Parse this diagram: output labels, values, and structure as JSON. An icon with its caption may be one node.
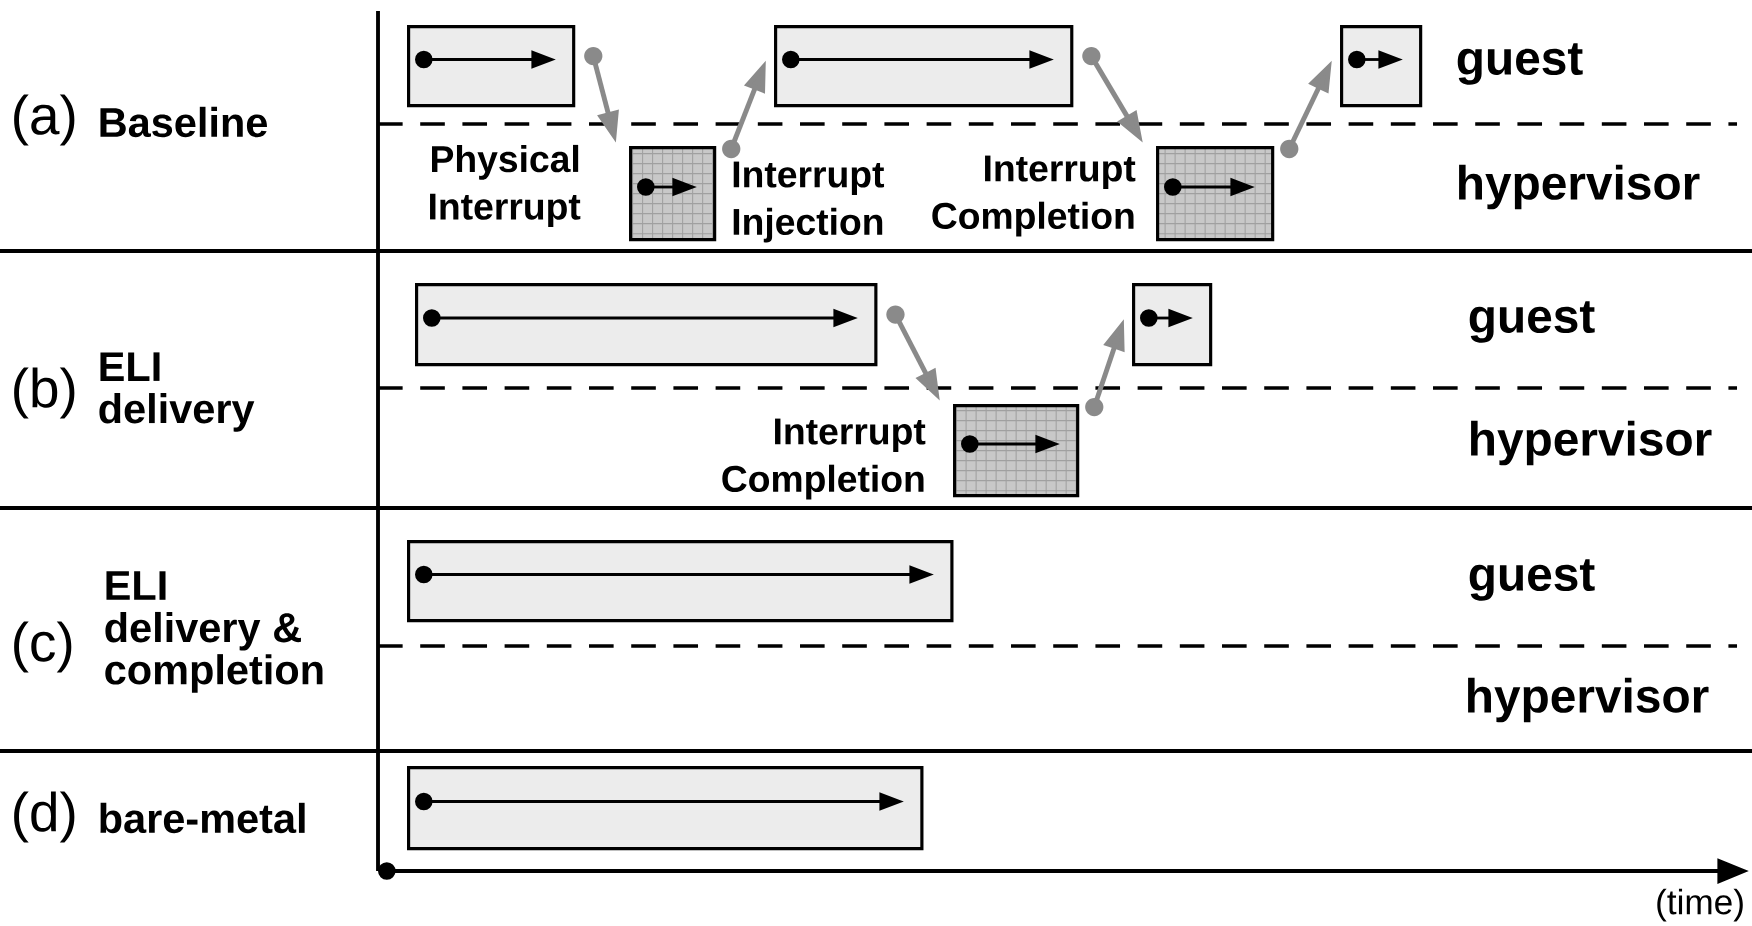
{
  "diagram": {
    "nodes": [
      {
        "text": [],
        "shape": "box"
      },
      {
        "text": [],
        "shape": "box"
      },
      {
        "text": [],
        "shape": "box"
      },
      {
        "text": [],
        "shape": "box"
      },
      {
        "text": [],
        "shape": "box"
      },
      {
        "text": [],
        "shape": "box"
      },
      {
        "text": [],
        "shape": "box"
      },
      {
        "text": [],
        "shape": "box"
      },
      {
        "text": [],
        "shape": "box"
      },
      {
        "text": [],
        "shape": "box"
      }
    ],
    "edges": [
      {
        "from": 0,
        "to": 1,
        "arrow": "to",
        "label": "Physical Interrupt"
      },
      {
        "from": 1,
        "to": 2,
        "arrow": "to",
        "label": "Interrupt Injection"
      },
      {
        "from": 2,
        "to": 3,
        "arrow": "to",
        "label": "Interrupt Completion"
      },
      {
        "from": 3,
        "to": 4,
        "arrow": "to"
      },
      {
        "from": 5,
        "to": 6,
        "arrow": "to",
        "label": "Interrupt Completion"
      },
      {
        "from": 6,
        "to": 7,
        "arrow": "to"
      }
    ],
    "labels": [
      "(a)",
      "Baseline",
      "guest",
      "hypervisor",
      "(b)",
      "ELI delivery",
      "guest",
      "hypervisor",
      "(c)",
      "ELI delivery & completion",
      "guest",
      "hypervisor",
      "(d)",
      "bare-metal",
      "(time)"
    ]
  }
}
